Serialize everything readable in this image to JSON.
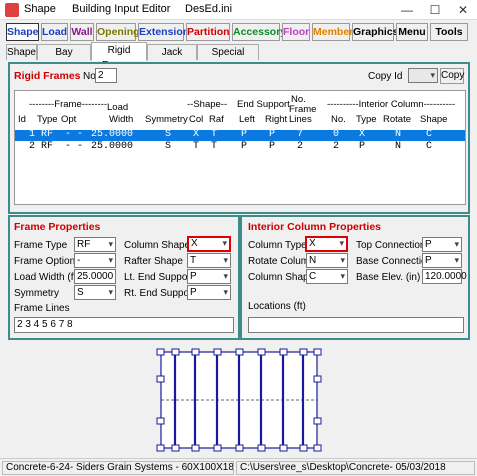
{
  "window": {
    "app_title": "Shape",
    "subtitle": "Building Input Editor",
    "file": "DesEd.ini",
    "min_glyph": "—",
    "max_glyph": "☐",
    "close_glyph": "✕"
  },
  "toolbar": {
    "buttons": [
      {
        "label": "Shape",
        "color": "#1a3fbf"
      },
      {
        "label": "Load",
        "color": "#1a3fbf"
      },
      {
        "label": "Wall",
        "color": "#8b1a8b"
      },
      {
        "label": "Opening",
        "color": "#7a7a00"
      },
      {
        "label": "Extension",
        "color": "#1a3fbf"
      },
      {
        "label": "Partition",
        "color": "#d00000"
      },
      {
        "label": "Accessory",
        "color": "#0a8a2a"
      },
      {
        "label": "Floor",
        "color": "#c040c0"
      },
      {
        "label": "Member",
        "color": "#e08000"
      },
      {
        "label": "Graphics",
        "color": "#000000"
      },
      {
        "label": "Menu",
        "color": "#000000"
      },
      {
        "label": "Tools",
        "color": "#000000"
      }
    ]
  },
  "tabs": [
    "Shape",
    "Bay Spacing",
    "Rigid Frames",
    "Jack Beams",
    "Special Shape"
  ],
  "rigid_frames": {
    "title": "Rigid Frames",
    "no_label": "No.",
    "no_value": "2",
    "copy_id_label": "Copy Id",
    "copy_button": "Copy",
    "headers": {
      "frame_group": "--------Frame--------",
      "id": "Id",
      "type": "Type",
      "opt": "Opt",
      "load": "Load",
      "width": "Width",
      "symmetry": "Symmetry",
      "shape_group": "--Shape--",
      "col": "Col",
      "raf": "Raf",
      "end_support": "End Support",
      "left": "Left",
      "right": "Right",
      "no_frame_lines_1": "No.",
      "no_frame_lines_2": "Frame",
      "no_frame_lines_3": "Lines",
      "interior_group": "----------Interior Column----------",
      "ic_no": "No.",
      "ic_type": "Type",
      "ic_rotate": "Rotate",
      "ic_shape": "Shape"
    },
    "rows": [
      {
        "id": "1",
        "type": "RF",
        "opt": "-",
        "width": "25.0000",
        "sym": "S",
        "col": "X",
        "raf": "T",
        "left": "P",
        "right": "P",
        "lines": "7",
        "ic_no": "0",
        "ic_type": "X",
        "ic_rotate": "N",
        "ic_shape": "C"
      },
      {
        "id": "2",
        "type": "RF",
        "opt": "-",
        "width": "25.0000",
        "sym": "S",
        "col": "T",
        "raf": "T",
        "left": "P",
        "right": "P",
        "lines": "2",
        "ic_no": "2",
        "ic_type": "P",
        "ic_rotate": "N",
        "ic_shape": "C"
      }
    ]
  },
  "frame_props": {
    "title": "Frame Properties",
    "frame_type_label": "Frame Type",
    "frame_type": "RF",
    "frame_option_label": "Frame Option",
    "frame_option": "-",
    "load_width_label": "Load Width (ft)",
    "load_width": "25.0000",
    "symmetry_label": "Symmetry",
    "symmetry": "S",
    "frame_lines_label": "Frame Lines",
    "frame_lines": "2 3 4 5 6 7 8",
    "column_shape_label": "Column Shape",
    "column_shape": "X",
    "rafter_shape_label": "Rafter Shape",
    "rafter_shape": "T",
    "lt_end_label": "Lt. End Support",
    "lt_end": "P",
    "rt_end_label": "Rt. End Support",
    "rt_end": "P"
  },
  "interior_props": {
    "title": "Interior Column Properties",
    "column_type_label": "Column Type",
    "column_type": "X",
    "rotate_label": "Rotate Column",
    "rotate": "N",
    "column_shape_label": "Column Shape",
    "column_shape": "C",
    "top_conn_label": "Top Connection",
    "top_conn": "P",
    "base_conn_label": "Base Connection",
    "base_conn": "P",
    "base_elev_label": "Base Elev.  (in)",
    "base_elev": "120.0000",
    "locations_label": "Locations  (ft)",
    "locations": ""
  },
  "status": {
    "left": "Concrete-6-24-  Siders Grain Systems - 60X100X18",
    "right": "C:\\Users\\ree_s\\Desktop\\Concrete- 05/03/2018"
  }
}
